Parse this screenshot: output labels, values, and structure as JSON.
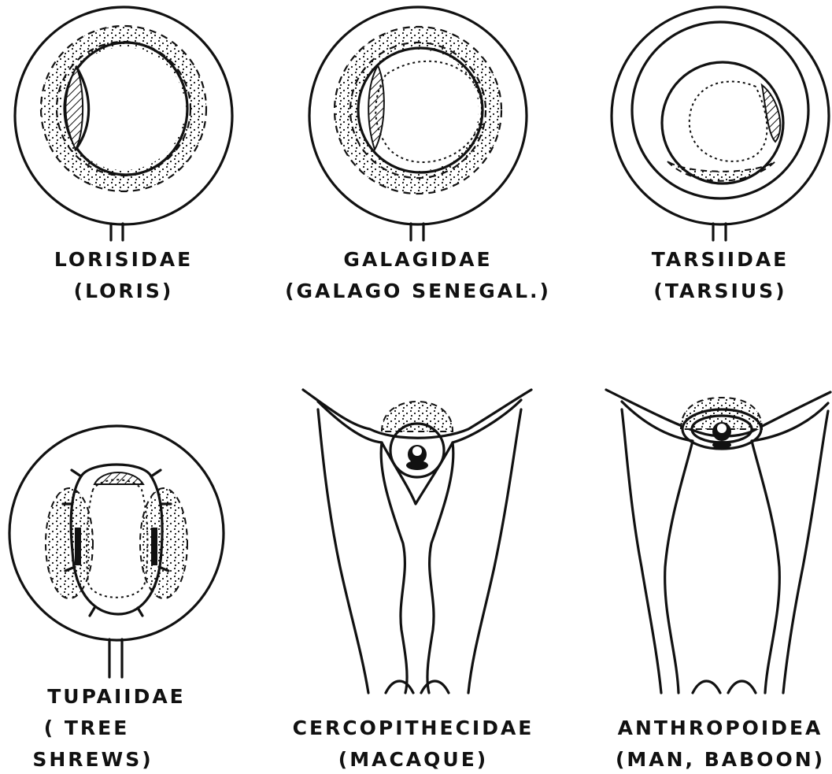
{
  "panels": [
    {
      "id": "lorisidae",
      "name": "LORISIDAE",
      "common": "(LORIS)"
    },
    {
      "id": "galagidae",
      "name": "GALAGIDAE",
      "common": "(GALAGO SENEGAL.)"
    },
    {
      "id": "tarsiidae",
      "name": "TARSIIDAE",
      "common": "(TARSIUS)"
    },
    {
      "id": "tupaiidae",
      "name": "TUPAIIDAE",
      "common": "( TREE",
      "common2": "SHREWS)"
    },
    {
      "id": "cercopithecidae",
      "name": "CERCOPITHECIDAE",
      "common": "(MACAQUE)"
    },
    {
      "id": "anthropoidea",
      "name": "ANTHROPOIDEA",
      "common": "(MAN, BABOON)"
    }
  ]
}
